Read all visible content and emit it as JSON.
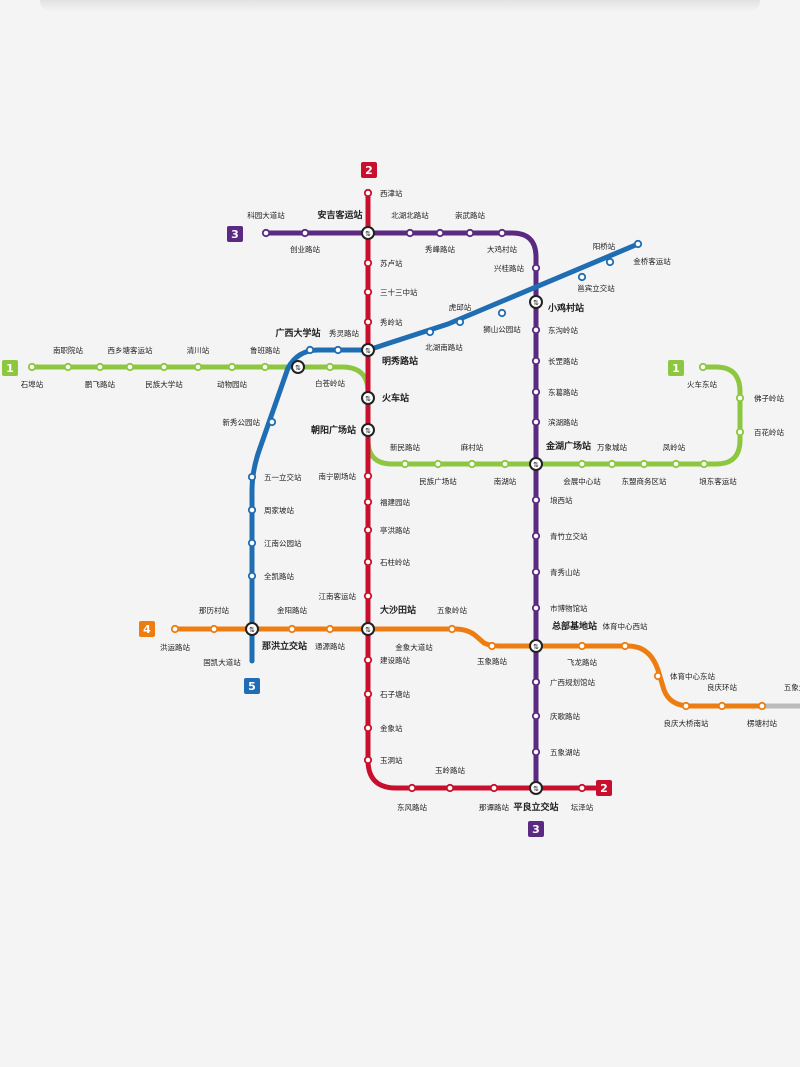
{
  "colors": {
    "line1": "#8dc63f",
    "line2": "#c8102e",
    "line3": "#5a2a82",
    "line4": "#ee7d11",
    "line5": "#1f6db3",
    "transfer": "#222222",
    "faded": "#bbbbbb"
  },
  "transfer_symbol": "⇅",
  "badges": [
    {
      "id": "b2-top",
      "text": "2",
      "line": "line2"
    },
    {
      "id": "b3-left",
      "text": "3",
      "line": "line3"
    },
    {
      "id": "b1-left",
      "text": "1",
      "line": "line1"
    },
    {
      "id": "b1-right",
      "text": "1",
      "line": "line1"
    },
    {
      "id": "b4-left",
      "text": "4",
      "line": "line4"
    },
    {
      "id": "b5-bottom",
      "text": "5",
      "line": "line5"
    },
    {
      "id": "b2-bottom",
      "text": "2",
      "line": "line2"
    },
    {
      "id": "b3-bottom",
      "text": "3",
      "line": "line3"
    }
  ],
  "stations": [
    {
      "id": "s-xijin",
      "name": "西津站",
      "transfer": false
    },
    {
      "id": "s-keyuan",
      "name": "科园大道站",
      "transfer": false
    },
    {
      "id": "s-chuangye",
      "name": "创业路站",
      "transfer": false
    },
    {
      "id": "s-anji",
      "name": "安吉客运站",
      "transfer": true,
      "major": true
    },
    {
      "id": "s-beihubei",
      "name": "北湖北路站",
      "transfer": false
    },
    {
      "id": "s-xiufeng",
      "name": "秀峰路站",
      "transfer": false
    },
    {
      "id": "s-wenwu",
      "name": "崇武路站",
      "transfer": false
    },
    {
      "id": "s-daji",
      "name": "大鸡村站",
      "transfer": false
    },
    {
      "id": "s-xingui",
      "name": "兴桂路站",
      "transfer": false
    },
    {
      "id": "s-suxu",
      "name": "苏卢站",
      "transfer": false
    },
    {
      "id": "s-sanshisan",
      "name": "三十三中站",
      "transfer": false
    },
    {
      "id": "s-xiuling",
      "name": "秀岭站",
      "transfer": false
    },
    {
      "id": "s-huqiu",
      "name": "虎邱站",
      "transfer": false
    },
    {
      "id": "s-shigong",
      "name": "狮山公园站",
      "transfer": false
    },
    {
      "id": "s-beihunan",
      "name": "北湖南路站",
      "transfer": false
    },
    {
      "id": "s-xiaoji",
      "name": "小鸡村站",
      "transfer": true,
      "major": true
    },
    {
      "id": "s-dongdou",
      "name": "东沟岭站",
      "transfer": false
    },
    {
      "id": "s-changgang",
      "name": "长罡路站",
      "transfer": false
    },
    {
      "id": "s-dongge",
      "name": "东葛路站",
      "transfer": false
    },
    {
      "id": "s-binhu",
      "name": "滨湖路站",
      "transfer": false
    },
    {
      "id": "s-jinhu",
      "name": "金湖广场站",
      "transfer": true,
      "major": true
    },
    {
      "id": "s-yangqiao",
      "name": "阳桥站",
      "transfer": false
    },
    {
      "id": "s-jinqiao",
      "name": "金桥客运站",
      "transfer": false
    },
    {
      "id": "s-zhanqiao",
      "name": "邕宾立交站",
      "transfer": false
    },
    {
      "id": "s-guangda",
      "name": "广西大学站",
      "transfer": false,
      "major": true
    },
    {
      "id": "s-xiuling2",
      "name": "秀灵路站",
      "transfer": false
    },
    {
      "id": "s-mingxiu",
      "name": "明秀路站",
      "transfer": true,
      "major": true
    },
    {
      "id": "s-nanning",
      "name": "南职院站",
      "transfer": false
    },
    {
      "id": "s-shibu",
      "name": "石埠站",
      "transfer": false
    },
    {
      "id": "s-xixiang",
      "name": "西乡塘客运站",
      "transfer": false
    },
    {
      "id": "s-tuofei",
      "name": "鹏飞路站",
      "transfer": false
    },
    {
      "id": "s-minzudaxue",
      "name": "民族大学站",
      "transfer": false
    },
    {
      "id": "s-qingchuan",
      "name": "清川站",
      "transfer": false
    },
    {
      "id": "s-dongwuyuan",
      "name": "动物园站",
      "transfer": false
    },
    {
      "id": "s-lubanlu",
      "name": "鲁班路站",
      "transfer": false
    },
    {
      "id": "s-guangxida1",
      "name": "广西大学站",
      "transfer": true,
      "hidden": true
    },
    {
      "id": "s-baicang",
      "name": "白苍岭站",
      "transfer": false
    },
    {
      "id": "s-huoche",
      "name": "火车站",
      "transfer": true,
      "major": true
    },
    {
      "id": "s-chaoyang",
      "name": "朝阳广场站",
      "transfer": true,
      "major": true
    },
    {
      "id": "s-xinmin",
      "name": "新民路站",
      "transfer": false
    },
    {
      "id": "s-minzuguangchang",
      "name": "民族广场站",
      "transfer": false
    },
    {
      "id": "s-macun",
      "name": "麻村站",
      "transfer": false
    },
    {
      "id": "s-nanhu",
      "name": "南湖站",
      "transfer": false
    },
    {
      "id": "s-huizhan",
      "name": "会展中心站",
      "transfer": false
    },
    {
      "id": "s-wanxiang",
      "name": "万象城站",
      "transfer": false
    },
    {
      "id": "s-dongmeng",
      "name": "东盟商务区站",
      "transfer": false
    },
    {
      "id": "s-fengling",
      "name": "凤岭站",
      "transfer": false
    },
    {
      "id": "s-nandong",
      "name": "埌东客运站",
      "transfer": false
    },
    {
      "id": "s-baihua",
      "name": "百花岭站",
      "transfer": false
    },
    {
      "id": "s-fozi",
      "name": "佛子岭站",
      "transfer": false
    },
    {
      "id": "s-huochedong",
      "name": "火车东站",
      "transfer": false
    },
    {
      "id": "s-xinxiu",
      "name": "新秀公园站",
      "transfer": false
    },
    {
      "id": "s-wuyi",
      "name": "五一立交站",
      "transfer": false
    },
    {
      "id": "s-zhoujia",
      "name": "周家坡站",
      "transfer": false
    },
    {
      "id": "s-jiangnangongyuan",
      "name": "江南公园站",
      "transfer": false
    },
    {
      "id": "s-quankai",
      "name": "全凯路站",
      "transfer": false
    },
    {
      "id": "s-nanningjuchang",
      "name": "南宁剧场站",
      "transfer": false
    },
    {
      "id": "s-fujian",
      "name": "福建园站",
      "transfer": false
    },
    {
      "id": "s-tinghong",
      "name": "亭洪路站",
      "transfer": false
    },
    {
      "id": "s-shigui",
      "name": "石柱岭站",
      "transfer": false
    },
    {
      "id": "s-jiangnanke",
      "name": "江南客运站",
      "transfer": false
    },
    {
      "id": "s-langxi",
      "name": "埌西站",
      "transfer": false
    },
    {
      "id": "s-qingzhu",
      "name": "青竹立交站",
      "transfer": false
    },
    {
      "id": "s-qingxiushan",
      "name": "青秀山站",
      "transfer": false
    },
    {
      "id": "s-bowuguan",
      "name": "市博物馆站",
      "transfer": false
    },
    {
      "id": "s-nalicun",
      "name": "那历村站",
      "transfer": false
    },
    {
      "id": "s-jinyang",
      "name": "金阳路站",
      "transfer": false
    },
    {
      "id": "s-dashatian",
      "name": "大沙田站",
      "transfer": true,
      "major": true
    },
    {
      "id": "s-wuxiangling",
      "name": "五象岭站",
      "transfer": false
    },
    {
      "id": "s-hongyun",
      "name": "洪运路站",
      "transfer": false
    },
    {
      "id": "s-nahong",
      "name": "那洪立交站",
      "transfer": true,
      "major": true
    },
    {
      "id": "s-tongyun",
      "name": "通源路站",
      "transfer": false
    },
    {
      "id": "s-guojidadao",
      "name": "国凯大道站",
      "transfer": false
    },
    {
      "id": "s-jinxiangdadao",
      "name": "金象大道站",
      "transfer": false
    },
    {
      "id": "s-yuxiang",
      "name": "玉象路站",
      "transfer": false
    },
    {
      "id": "s-zongbu",
      "name": "总部基地站",
      "transfer": true,
      "major": true
    },
    {
      "id": "s-tiyuzhongxinxi",
      "name": "体育中心西站",
      "transfer": false
    },
    {
      "id": "s-feilong",
      "name": "飞龙路站",
      "transfer": false
    },
    {
      "id": "s-tiyudong",
      "name": "体育中心东站",
      "transfer": false
    },
    {
      "id": "s-liangqinghuan",
      "name": "良庆环站",
      "transfer": false
    },
    {
      "id": "s-liangqingdaqiao",
      "name": "良庆大桥南站",
      "transfer": false
    },
    {
      "id": "s-banxia",
      "name": "楞塘村站",
      "transfer": false
    },
    {
      "id": "s-jianshe",
      "name": "建设路站",
      "transfer": false
    },
    {
      "id": "s-guangxiguihua",
      "name": "广西规划馆站",
      "transfer": false
    },
    {
      "id": "s-shizitang",
      "name": "石子塘站",
      "transfer": false
    },
    {
      "id": "s-qinggele",
      "name": "庆歌路站",
      "transfer": false
    },
    {
      "id": "s-jinxiang",
      "name": "金象站",
      "transfer": false
    },
    {
      "id": "s-wuxianghu",
      "name": "五象湖站",
      "transfer": false
    },
    {
      "id": "s-yudong",
      "name": "玉洞站",
      "transfer": false
    },
    {
      "id": "s-yuling",
      "name": "玉岭路站",
      "transfer": false
    },
    {
      "id": "s-dongfeng",
      "name": "东风路站",
      "transfer": false
    },
    {
      "id": "s-naqi",
      "name": "那谭路站",
      "transfer": false
    },
    {
      "id": "s-pingliang",
      "name": "平良立交站",
      "transfer": true,
      "major": true
    },
    {
      "id": "s-tanze",
      "name": "坛泽站",
      "transfer": false
    },
    {
      "id": "s-faded",
      "name": "五象大",
      "transfer": false
    }
  ]
}
